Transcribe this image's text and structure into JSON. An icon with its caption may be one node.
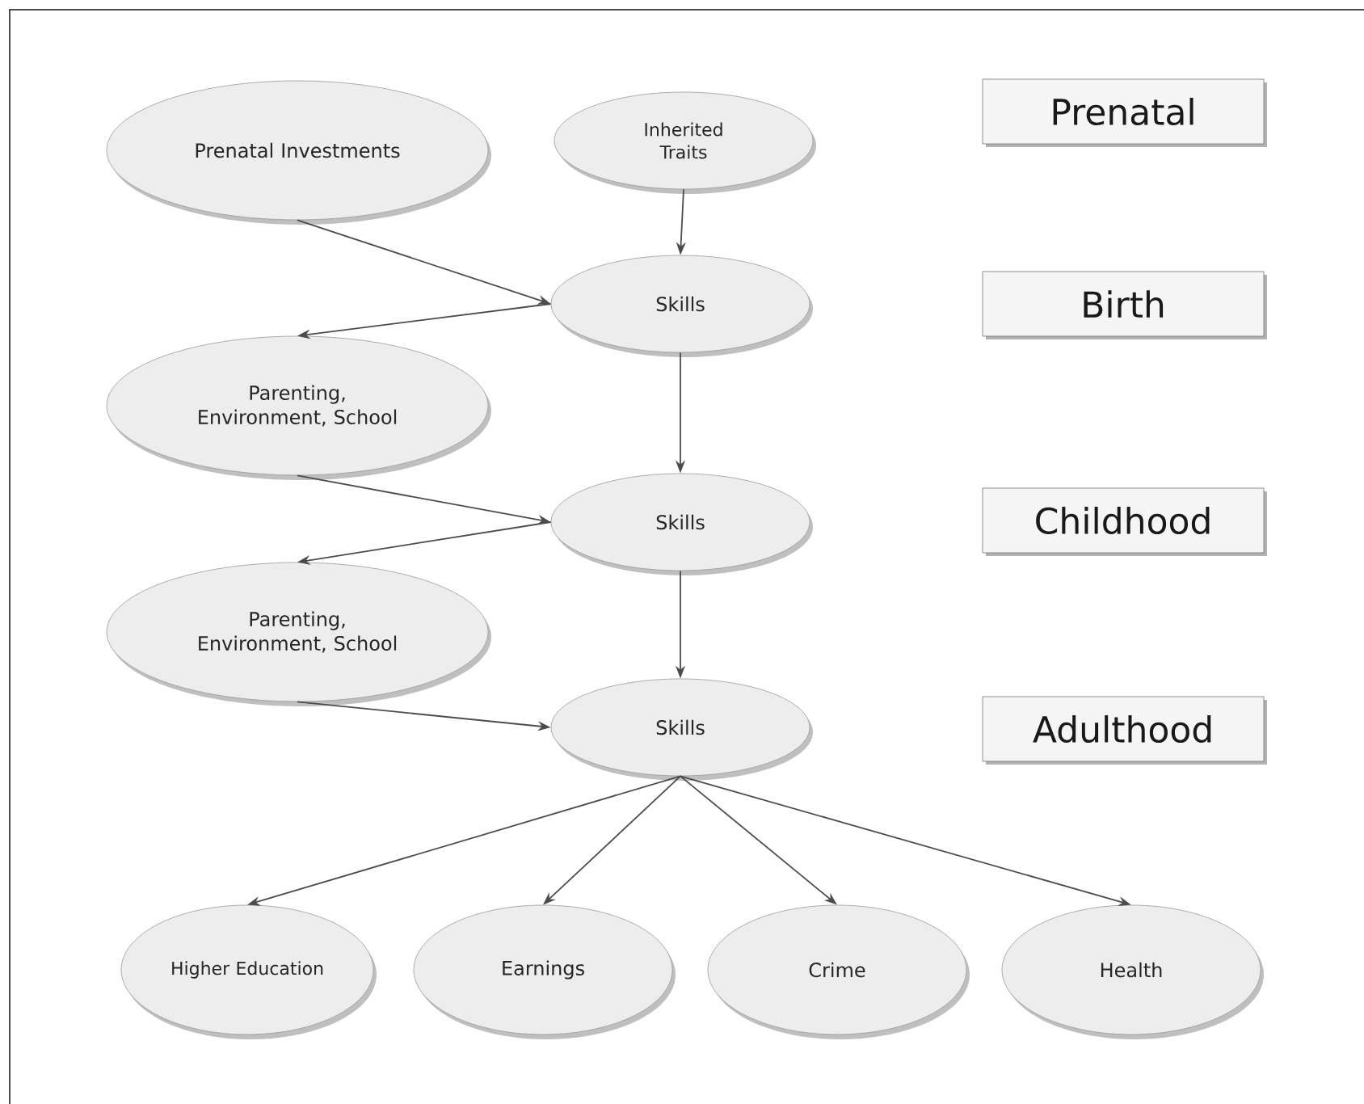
{
  "diagram": {
    "nodes": [
      {
        "text": [
          "Prenatal Investments"
        ]
      },
      {
        "text": [
          "Inherited Traits"
        ]
      },
      {
        "text": [
          "Prenatal"
        ]
      },
      {
        "text": [
          "Skills"
        ]
      },
      {
        "text": [
          "Birth"
        ]
      },
      {
        "text": [
          "Parenting, Environment, School"
        ]
      },
      {
        "text": [
          "Skills"
        ]
      },
      {
        "text": [
          "Childhood"
        ]
      },
      {
        "text": [
          "Parenting, Environment, School"
        ]
      },
      {
        "text": [
          "Skills"
        ]
      },
      {
        "text": [
          "Adulthood"
        ]
      },
      {
        "text": [
          "Higher Education"
        ]
      },
      {
        "text": [
          "Earnings"
        ]
      },
      {
        "text": [
          "Crime"
        ]
      },
      {
        "text": [
          "Health"
        ]
      }
    ],
    "edges": [
      {
        "from": 0,
        "to": 3,
        "arrow": "to"
      },
      {
        "from": 1,
        "to": 3,
        "arrow": "to"
      },
      {
        "from": 3,
        "to": 5,
        "arrow": "to"
      },
      {
        "from": 3,
        "to": 6,
        "arrow": "to"
      },
      {
        "from": 5,
        "to": 6,
        "arrow": "to"
      },
      {
        "from": 6,
        "to": 8,
        "arrow": "to"
      },
      {
        "from": 6,
        "to": 9,
        "arrow": "to"
      },
      {
        "from": 8,
        "to": 9,
        "arrow": "to"
      },
      {
        "from": 9,
        "to": 11,
        "arrow": "to"
      },
      {
        "from": 9,
        "to": 12,
        "arrow": "to"
      },
      {
        "from": 9,
        "to": 13,
        "arrow": "to"
      },
      {
        "from": 9,
        "to": 14,
        "arrow": "to"
      }
    ]
  }
}
